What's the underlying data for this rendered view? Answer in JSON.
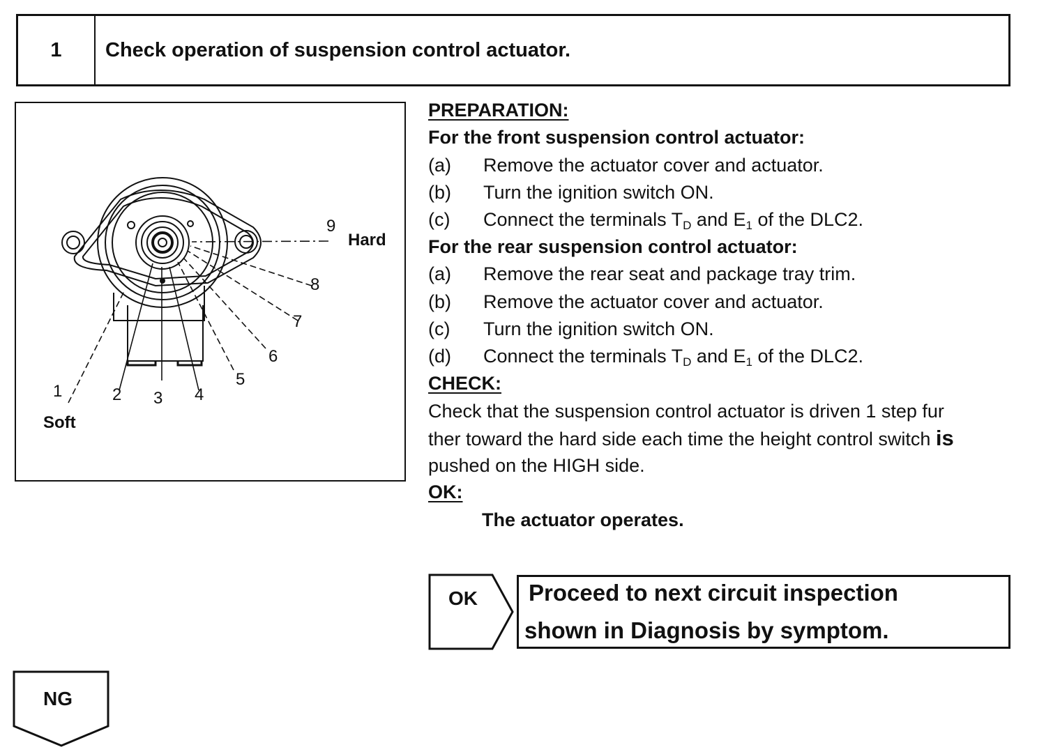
{
  "step": {
    "number": "1",
    "title": "Check operation of suspension control actuator."
  },
  "figure": {
    "position_numbers": [
      "1",
      "2",
      "3",
      "4",
      "5",
      "6",
      "7",
      "8",
      "9"
    ],
    "label_soft": "Soft",
    "label_hard": "Hard"
  },
  "preparation": {
    "heading": "PREPARATION:",
    "front": {
      "heading": "For the front suspension control actuator:",
      "steps": [
        {
          "mark": "(a)",
          "text": "Remove the actuator cover and actuator."
        },
        {
          "mark": "(b)",
          "text": "Turn the ignition switch ON."
        },
        {
          "mark": "(c)",
          "pre": "Connect the terminals T",
          "sub1": "D",
          "mid": " and E",
          "sub2": "1",
          "post": " of the DLC2."
        }
      ]
    },
    "rear": {
      "heading": "For the rear suspension control actuator:",
      "steps": [
        {
          "mark": "(a)",
          "text": "Remove the rear seat and package tray trim."
        },
        {
          "mark": "(b)",
          "text": "Remove the actuator cover and actuator."
        },
        {
          "mark": "(c)",
          "text": "Turn the ignition switch ON."
        },
        {
          "mark": "(d)",
          "pre": "Connect the terminals T",
          "sub1": "D",
          "mid": " and E",
          "sub2": "1",
          "post": " of the DLC2."
        }
      ]
    }
  },
  "check": {
    "heading": "CHECK:",
    "line1": "Check that the suspension control actuator is driven 1 step fur",
    "line2_a": "ther toward the hard side each time the height control switch ",
    "line2_b": "is",
    "line3": "pushed on the HIGH side."
  },
  "ok_criteria": {
    "heading": "OK:",
    "text": "The actuator operates."
  },
  "ok_branch": {
    "label": "OK",
    "line1": "Proceed to next circuit  inspection",
    "line2": "shown  in Diagnosis by symptom."
  },
  "ng_branch": {
    "label": "NG"
  }
}
